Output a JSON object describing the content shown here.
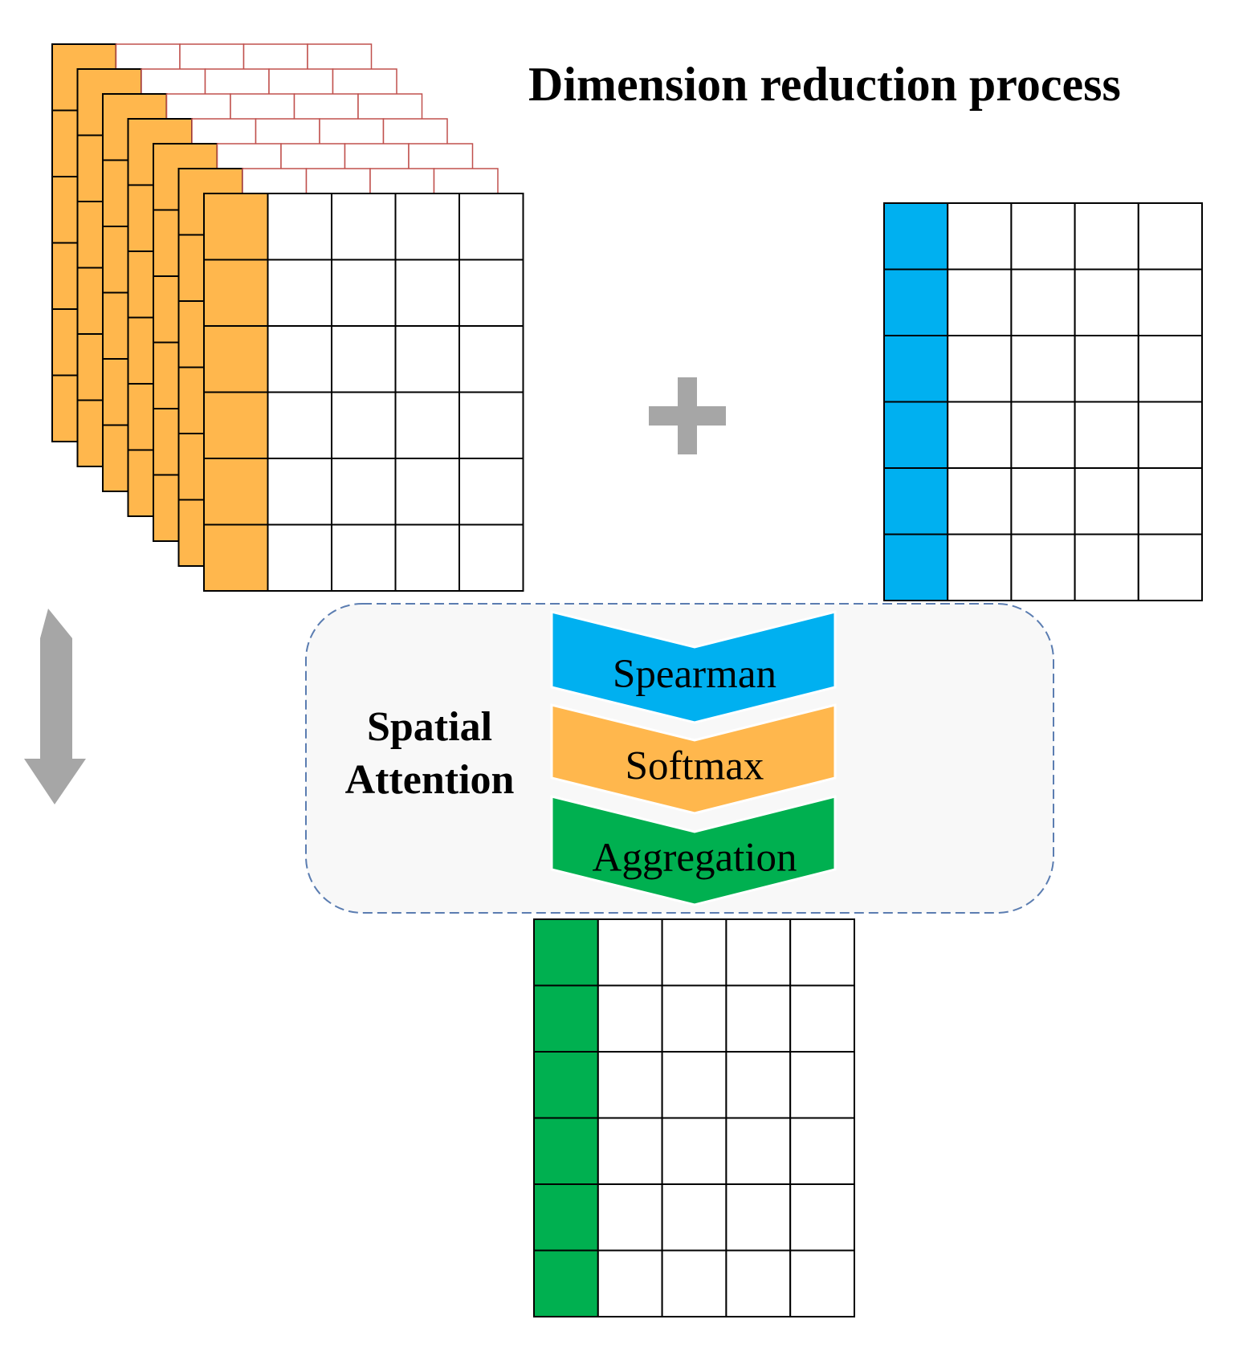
{
  "title": "Dimension reduction process",
  "attention_box": {
    "label_line1": "Spatial",
    "label_line2": "Attention"
  },
  "steps": [
    {
      "label": "Spearman",
      "color": "#00B0F0"
    },
    {
      "label": "Softmax",
      "color": "#FFB74D"
    },
    {
      "label": "Aggregation",
      "color": "#00B050"
    }
  ],
  "grids": {
    "rows": 6,
    "cols": 5,
    "stack_layers": 7,
    "stack_color": "#FFB74D",
    "stack_back_border": "#C0504D",
    "side_color": "#00B0F0",
    "output_color": "#00B050"
  },
  "colors": {
    "plus": "#A6A6A6",
    "arrow": "#A6A6A6",
    "box_border": "#5B7DB1",
    "box_fill": "#F8F8F8"
  },
  "icons": {
    "plus": "plus-icon",
    "arrow": "arrow-down-icon"
  }
}
